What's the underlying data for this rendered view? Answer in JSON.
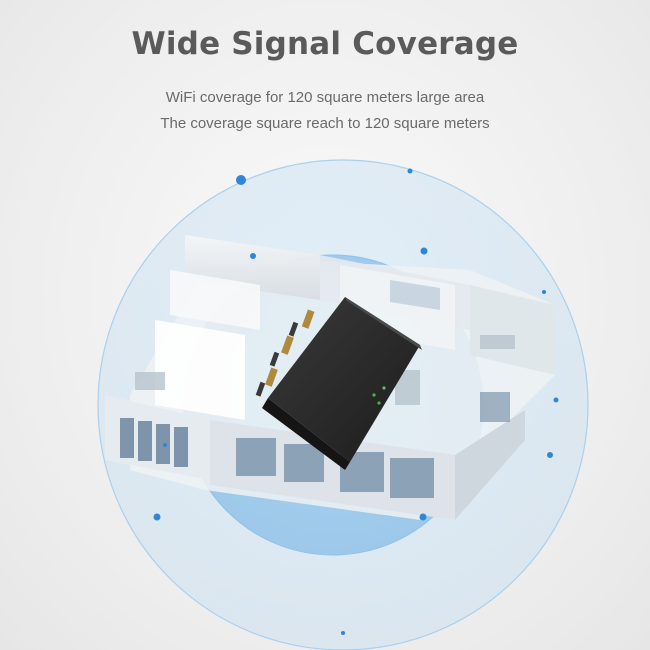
{
  "header": {
    "title": "Wide Signal Coverage",
    "subtitle_line1": "WiFi coverage for 120 square meters large area",
    "subtitle_line2": "The coverage square reach to 120 square meters"
  },
  "colors": {
    "title": "#5a5a5a",
    "subtitle": "#6a6a6a",
    "coverage_outer": "#b9d9f2",
    "coverage_inner": "#7fb8e6",
    "dot": "#2f86d8",
    "router": "#2b2b2b",
    "antenna": "#b08a3c"
  },
  "icons": [
    "signal-coverage-circles",
    "router-device",
    "antenna",
    "floorplan-house"
  ]
}
